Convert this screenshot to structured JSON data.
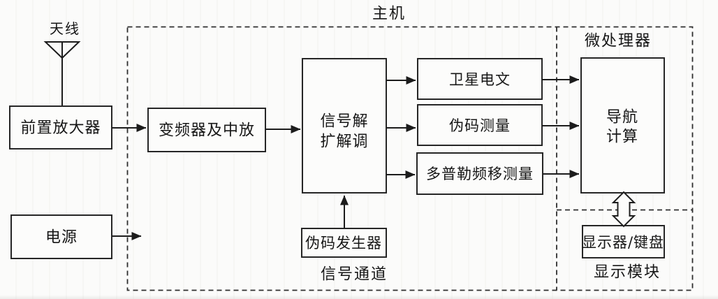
{
  "diagram": {
    "title_context": "GPS receiver block diagram (scanned figure)",
    "colors": {
      "ink": "#1c1c1c",
      "paper": "#fbfbfa",
      "box_border": "#262626"
    },
    "labels": {
      "antenna": "天线",
      "host": "主机",
      "microprocessor": "微处理器",
      "signal_channel": "信号通道",
      "display_module": "显示模块"
    },
    "blocks": {
      "preamp": "前置放大器",
      "power": "电源",
      "converter": "变频器及中放",
      "despreader_line1": "信号解",
      "despreader_line2": "扩解调",
      "satellite_message": "卫星电文",
      "pseudocode_measure": "伪码测量",
      "doppler_measure": "多普勒频移测量",
      "nav_line1": "导航",
      "nav_line2": "计算",
      "pseudocode_generator": "伪码发生器",
      "display_keyboard": "显示器/键盘"
    }
  }
}
